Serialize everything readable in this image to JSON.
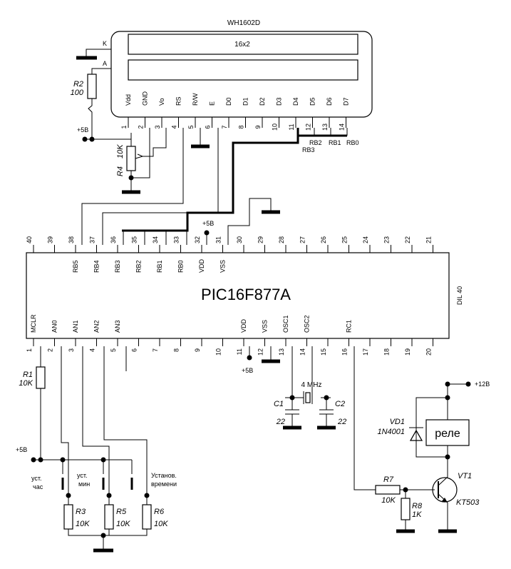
{
  "lcd": {
    "model": "WH1602D",
    "size": "16x2",
    "pin_labels": [
      "Vdd",
      "GND",
      "Vo",
      "RS",
      "R/W",
      "E",
      "D0",
      "D1",
      "D2",
      "D3",
      "D4",
      "D5",
      "D6",
      "D7"
    ],
    "pin_numbers": [
      "1",
      "2",
      "3",
      "4",
      "5",
      "6",
      "7",
      "8",
      "9",
      "10",
      "11",
      "12",
      "13",
      "14"
    ],
    "backlight_k": "K",
    "backlight_a": "A"
  },
  "mcu": {
    "name": "PIC16F877A",
    "package": "DIL 40",
    "top_numbers": [
      "40",
      "39",
      "38",
      "37",
      "36",
      "35",
      "34",
      "33",
      "32",
      "31",
      "30",
      "29",
      "28",
      "27",
      "26",
      "25",
      "24",
      "23",
      "22",
      "21"
    ],
    "top_labels": [
      "",
      "",
      "RB5",
      "RB4",
      "RB3",
      "RB2",
      "RB1",
      "RB0",
      "VDD",
      "VSS",
      "",
      "",
      "",
      "",
      "",
      "",
      "",
      "",
      "",
      ""
    ],
    "bottom_numbers": [
      "1",
      "2",
      "3",
      "4",
      "5",
      "6",
      "7",
      "8",
      "9",
      "10",
      "11",
      "12",
      "13",
      "14",
      "15",
      "16",
      "17",
      "18",
      "19",
      "20"
    ],
    "bottom_labels": [
      "MCLR",
      "AN0",
      "AN1",
      "AN2",
      "AN3",
      "",
      "",
      "",
      "",
      "",
      "VDD",
      "VSS",
      "OSC1",
      "OSC2",
      "",
      "RC1",
      "",
      "",
      "",
      ""
    ]
  },
  "bus_labels": {
    "rb3": "RB3",
    "rb2": "RB2",
    "rb1": "RB1",
    "rb0": "RB0"
  },
  "power": {
    "p5v": "+5В",
    "p12v": "+12В"
  },
  "components": {
    "r1": {
      "name": "R1",
      "value": "10K"
    },
    "r2": {
      "name": "R2",
      "value": "100"
    },
    "r3": {
      "name": "R3",
      "value": "10K"
    },
    "r4": {
      "name": "R4",
      "value": "10K"
    },
    "r5": {
      "name": "R5",
      "value": "10K"
    },
    "r6": {
      "name": "R6",
      "value": "10K"
    },
    "r7": {
      "name": "R7",
      "value": "10K"
    },
    "r8": {
      "name": "R8",
      "value": "1K"
    },
    "c1": {
      "name": "C1",
      "value": "22"
    },
    "c2": {
      "name": "C2",
      "value": "22"
    },
    "crystal": {
      "value": "4 MHz"
    },
    "vd1": {
      "name": "VD1",
      "value": "1N4001"
    },
    "vt1": {
      "name": "VT1",
      "value": "KT503"
    },
    "relay": {
      "label": "реле"
    }
  },
  "buttons": {
    "hour": {
      "line1": "уст.",
      "line2": "час"
    },
    "min": {
      "line1": "уст.",
      "line2": "мин"
    },
    "set": {
      "line1": "Установ.",
      "line2": "времени"
    }
  }
}
